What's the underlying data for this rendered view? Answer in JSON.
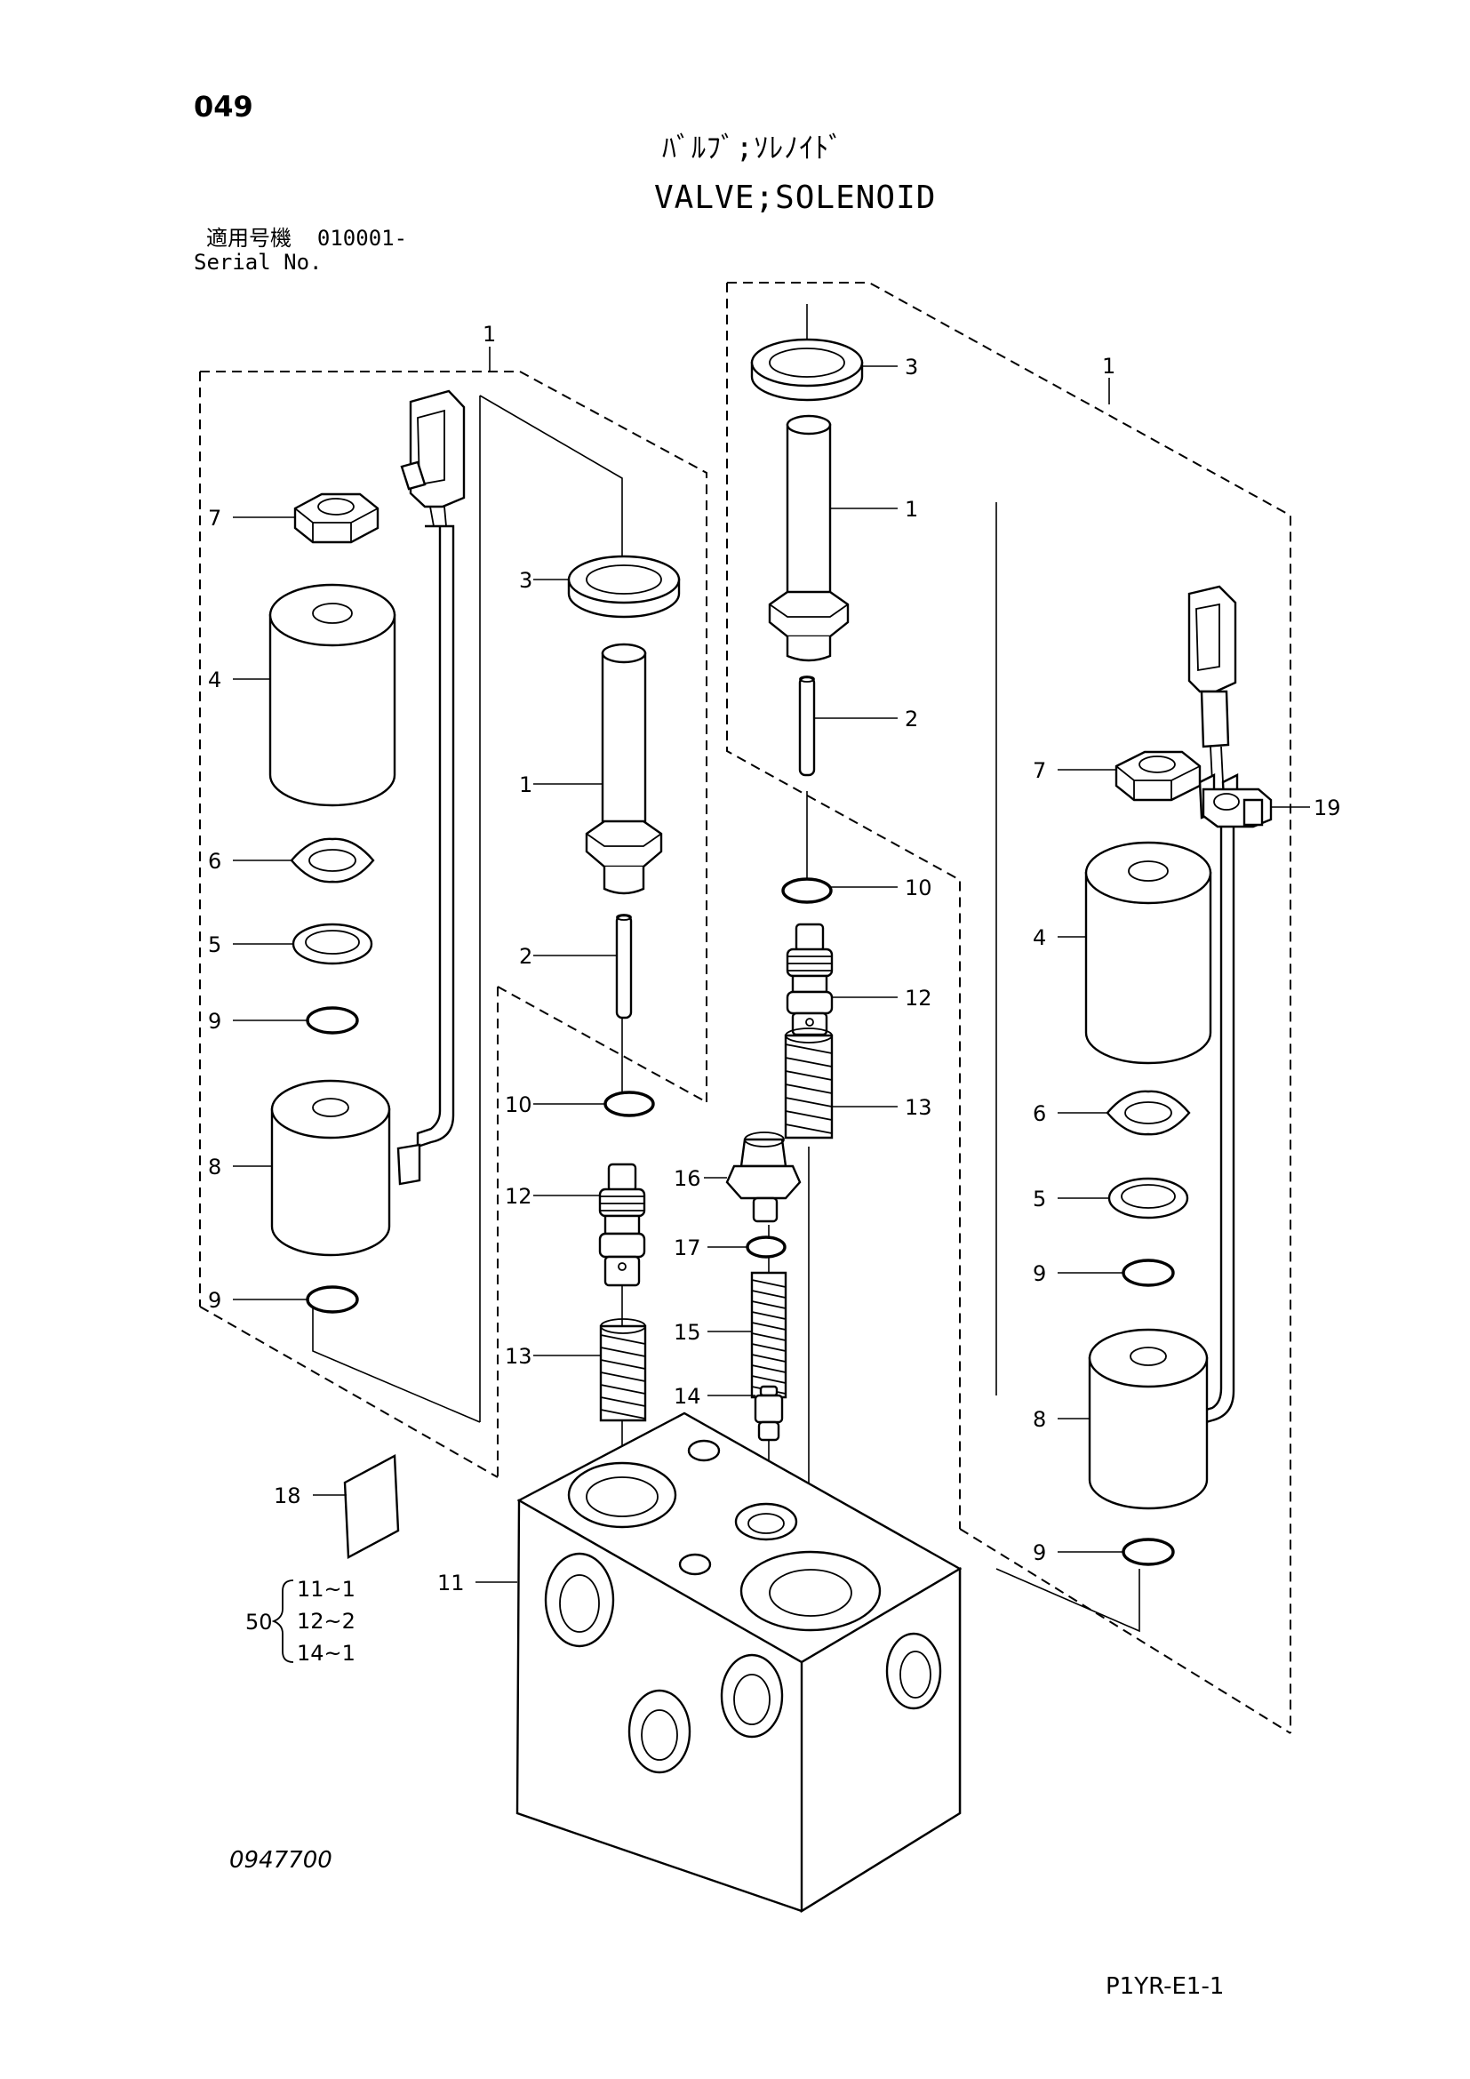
{
  "header": {
    "page_number": "049",
    "title_jp": "ﾊﾞﾙﾌﾞ;ｿﾚﾉｲﾄﾞ",
    "title_en": "VALVE;SOLENOID",
    "serial_label_jp": "適用号機",
    "serial_value": "010001-",
    "serial_label_en": "Serial No."
  },
  "footer": {
    "drawing_number": "0947700",
    "reference_code": "P1YR-E1-1"
  },
  "callouts": {
    "left_group": {
      "group": "1",
      "nut": "7",
      "coil": "4",
      "gasket": "6",
      "washer": "5",
      "o_ring_upper": "9",
      "coil_connector": "8",
      "o_ring_lower": "9",
      "seal_ring": "3",
      "sleeve": "1",
      "pin": "2",
      "o_ring_10": "10"
    },
    "right_group": {
      "group": "1",
      "seal_ring": "3",
      "sleeve": "1",
      "pin": "2",
      "nut": "7",
      "clamp": "19",
      "coil": "4",
      "gasket": "6",
      "washer": "5",
      "o_ring_upper": "9",
      "coil_connector": "8",
      "o_ring_lower": "9"
    },
    "center": {
      "o_ring_10": "10",
      "spool_right": "12",
      "spring_right": "13",
      "spool_left": "12",
      "spring_left": "13",
      "plug": "16",
      "o_ring_17": "17",
      "spring_15": "15",
      "poppet": "14",
      "plate": "18",
      "body": "11"
    },
    "kit": {
      "number": "50",
      "items": [
        "11~1",
        "12~2",
        "14~1"
      ]
    }
  }
}
